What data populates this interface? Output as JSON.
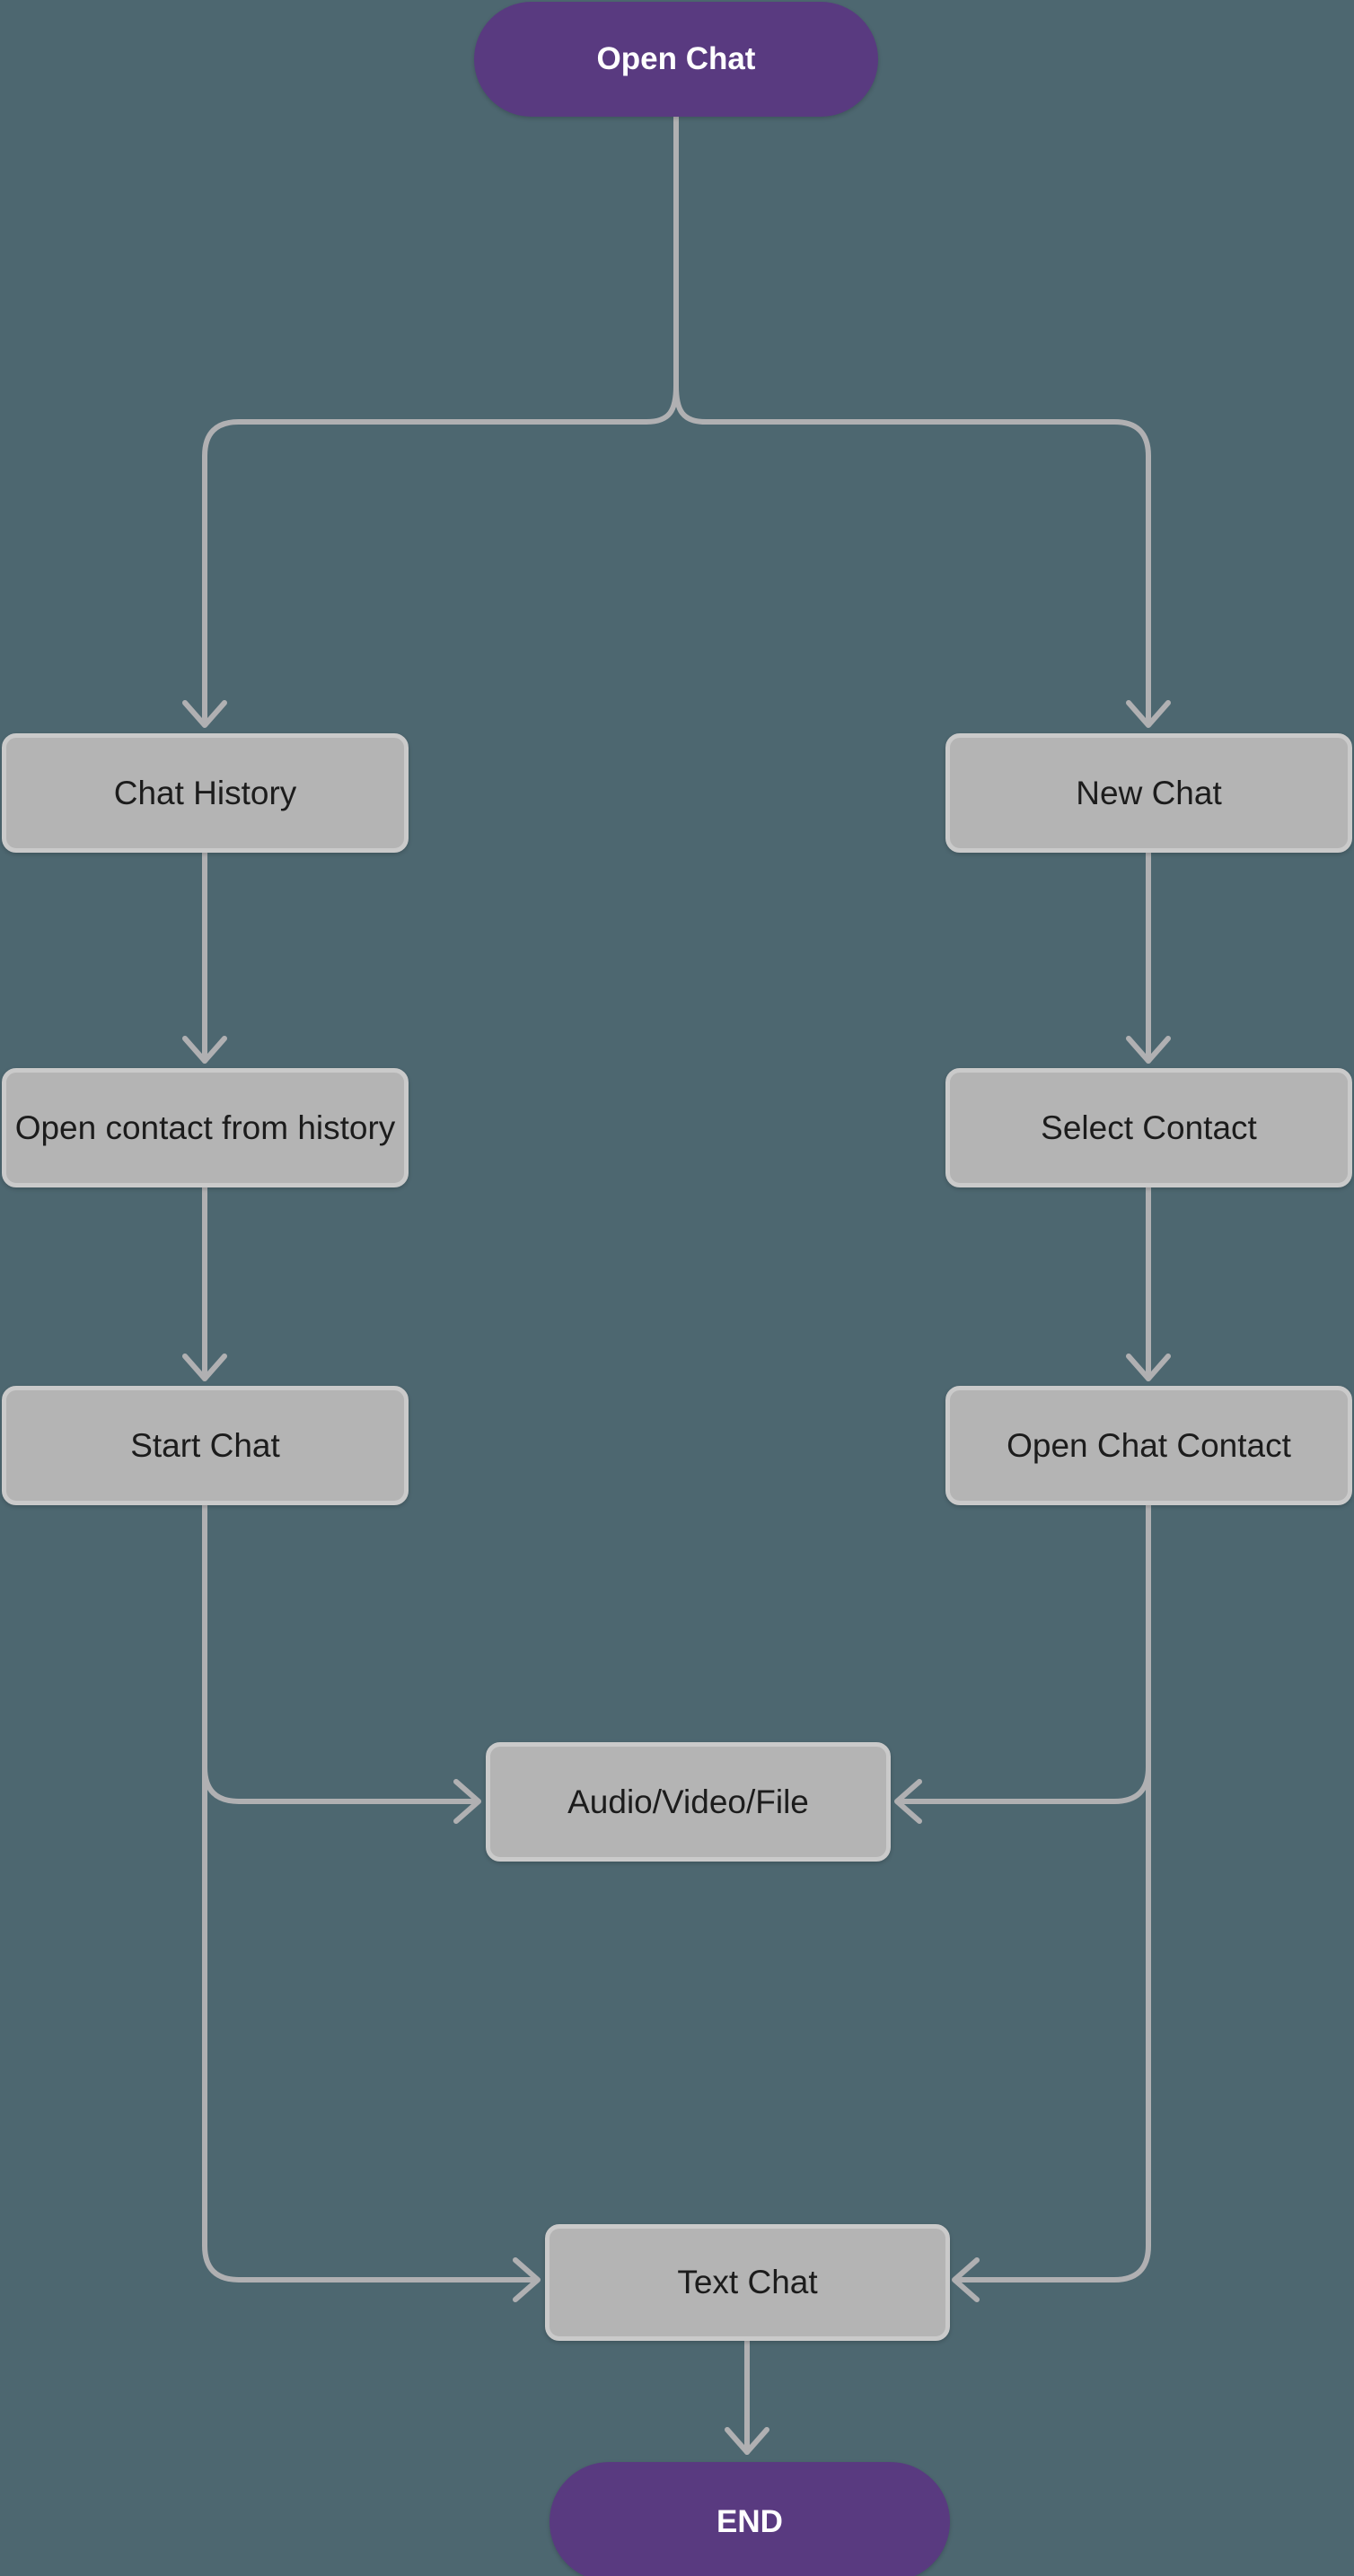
{
  "diagram": {
    "type": "flowchart",
    "direction": "top-down",
    "background_color": "#4d6770",
    "colors": {
      "process_fill": "#b4b4b4",
      "process_border": "#cacaca",
      "process_text": "#1c1c1c",
      "terminal_fill": "#593a80",
      "terminal_text": "#ffffff",
      "edge": "#b0b0b2"
    },
    "nodes": [
      {
        "id": "open_chat",
        "label": "Open Chat",
        "shape": "stadium",
        "role": "start"
      },
      {
        "id": "chat_history",
        "label": "Chat History",
        "shape": "rect",
        "role": "process"
      },
      {
        "id": "new_chat",
        "label": "New Chat",
        "shape": "rect",
        "role": "process"
      },
      {
        "id": "open_contact_from_history",
        "label": "Open contact from history",
        "shape": "rect",
        "role": "process"
      },
      {
        "id": "select_contact",
        "label": "Select Contact",
        "shape": "rect",
        "role": "process"
      },
      {
        "id": "start_chat",
        "label": "Start Chat",
        "shape": "rect",
        "role": "process"
      },
      {
        "id": "open_chat_contact",
        "label": "Open Chat Contact",
        "shape": "rect",
        "role": "process"
      },
      {
        "id": "audio_video_file",
        "label": "Audio/Video/File",
        "shape": "rect",
        "role": "process"
      },
      {
        "id": "text_chat",
        "label": "Text Chat",
        "shape": "rect",
        "role": "process"
      },
      {
        "id": "end",
        "label": "END",
        "shape": "stadium",
        "role": "end"
      }
    ],
    "edges": [
      {
        "from": "open_chat",
        "to": "chat_history"
      },
      {
        "from": "open_chat",
        "to": "new_chat"
      },
      {
        "from": "chat_history",
        "to": "open_contact_from_history"
      },
      {
        "from": "new_chat",
        "to": "select_contact"
      },
      {
        "from": "open_contact_from_history",
        "to": "start_chat"
      },
      {
        "from": "select_contact",
        "to": "open_chat_contact"
      },
      {
        "from": "start_chat",
        "to": "audio_video_file"
      },
      {
        "from": "start_chat",
        "to": "text_chat"
      },
      {
        "from": "open_chat_contact",
        "to": "audio_video_file"
      },
      {
        "from": "open_chat_contact",
        "to": "text_chat"
      },
      {
        "from": "text_chat",
        "to": "end"
      }
    ]
  }
}
